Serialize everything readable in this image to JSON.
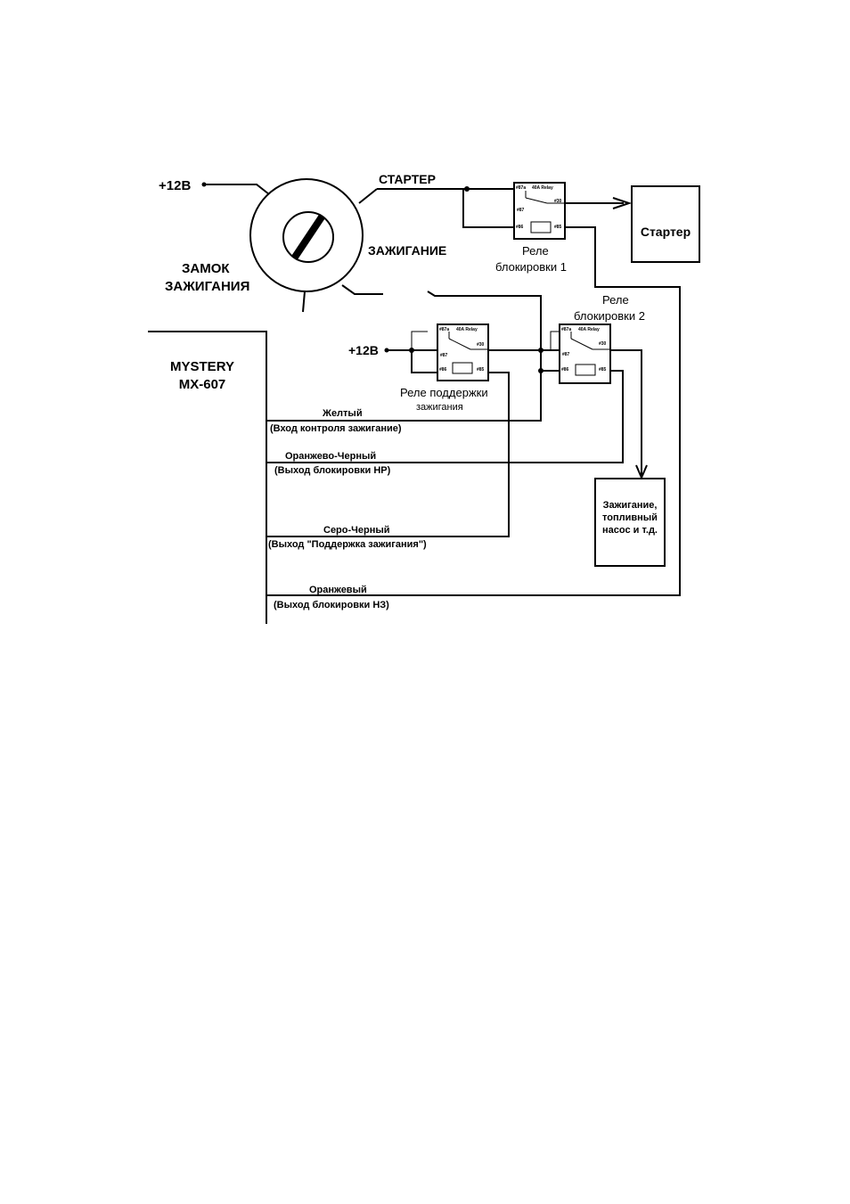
{
  "labels": {
    "plus12_top": "+12В",
    "starter_wire": "СТАРТЕР",
    "ignition_wire": "ЗАЖИГАНИЕ",
    "lock_line1": "ЗАМОК",
    "lock_line2": "ЗАЖИГАНИЯ",
    "starter_box": "Стартер",
    "relay1_line1": "Реле",
    "relay1_line2": "блокировки 1",
    "relay2_line1": "Реле",
    "relay2_line2": "блокировки 2",
    "plus12_mid": "+12В",
    "relay3_line1": "Реле поддержки",
    "relay3_line2": "зажигания",
    "unit_line1": "MYSTERY",
    "unit_line2": "MX-607",
    "load_line1": "Зажигание,",
    "load_line2": "топливный",
    "load_line3": "насос и т.д."
  },
  "relay_pins": {
    "p87a": "#87a",
    "rating": "40A Relay",
    "p87": "#87",
    "p30": "#30",
    "p86": "#86",
    "p85": "#85"
  },
  "wires": [
    {
      "color": "Желтый",
      "function": "(Вход контроля зажигание)"
    },
    {
      "color": "Оранжево-Черный",
      "function": "(Выход блокировки НР)"
    },
    {
      "color": "Серо-Черный",
      "function": "(Выход \"Поддержка зажигания\")"
    },
    {
      "color": "Оранжевый",
      "function": "(Выход блокировки НЗ)"
    }
  ]
}
